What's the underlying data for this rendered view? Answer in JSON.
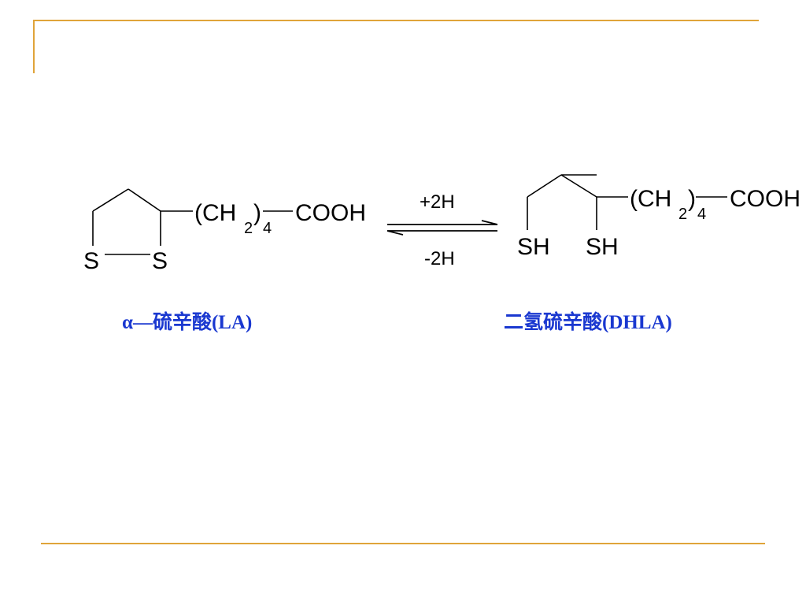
{
  "colors": {
    "frame_accent": "#e0a43a",
    "caption_blue": "#1a38d0",
    "structure": "#000000"
  },
  "reaction": {
    "forward_condition": "+2H",
    "reverse_condition": "-2H"
  },
  "reactant": {
    "ring_atom_left": "S",
    "ring_atom_right": "S",
    "chain_open": "(CH",
    "chain_sub": "2",
    "chain_close": ")",
    "chain_count": "4",
    "terminal_group": "COOH",
    "caption": "α—硫辛酸(LA)"
  },
  "product": {
    "thiol_left": "SH",
    "thiol_right": "SH",
    "chain_open": "(CH",
    "chain_sub": "2",
    "chain_close": ")",
    "chain_count": "4",
    "terminal_group": "COOH",
    "caption": "二氢硫辛酸(DHLA)"
  }
}
